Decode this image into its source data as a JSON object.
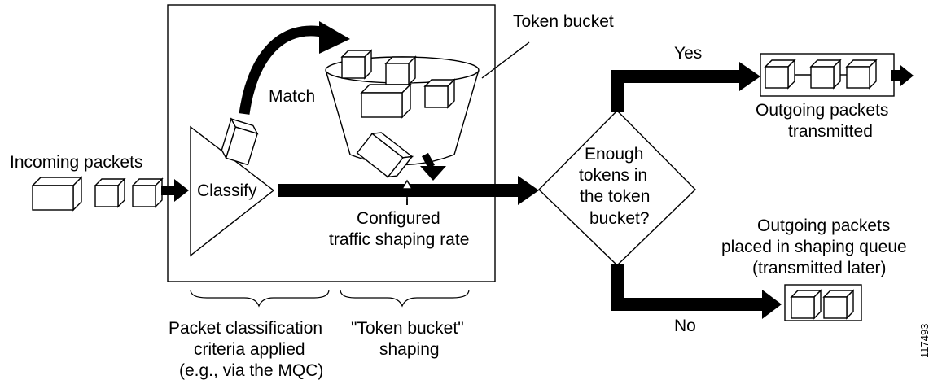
{
  "labels": {
    "incoming_packets": "Incoming packets",
    "classify": "Classify",
    "match": "Match",
    "token_bucket": "Token bucket",
    "configured_rate_line1": "Configured",
    "configured_rate_line2": "traffic shaping rate",
    "decision_line1": "Enough",
    "decision_line2": "tokens in",
    "decision_line3": "the token",
    "decision_line4": "bucket?",
    "yes": "Yes",
    "no": "No",
    "transmitted_line1": "Outgoing packets",
    "transmitted_line2": "transmitted",
    "queued_line1": "Outgoing packets",
    "queued_line2": "placed in shaping queue",
    "queued_line3": "(transmitted later)",
    "classification_line1": "Packet classification",
    "classification_line2": "criteria applied",
    "classification_line3": "(e.g., via the MQC)",
    "shaping_line1": "\"Token bucket\"",
    "shaping_line2": "shaping",
    "figure_id": "117493"
  },
  "colors": {
    "stroke": "#000000",
    "fill": "#ffffff",
    "arrow": "#000000"
  }
}
